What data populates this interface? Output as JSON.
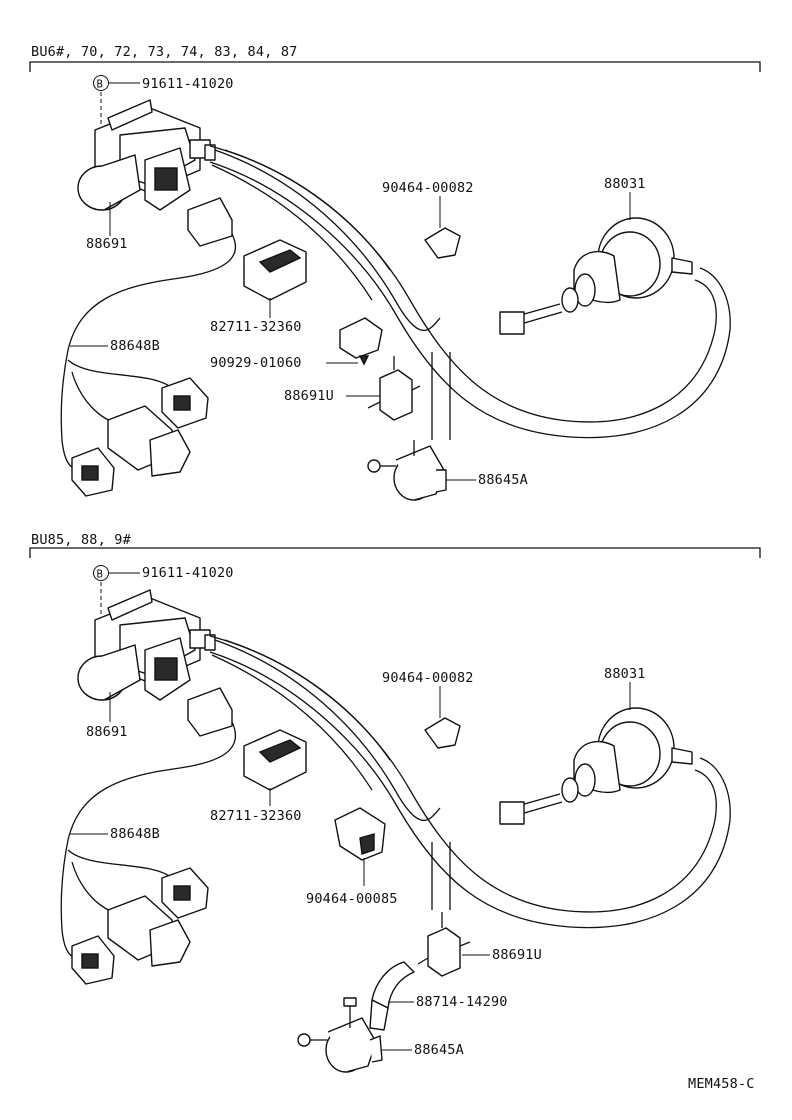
{
  "sections": [
    {
      "header": "BU6#, 70, 72, 73, 74, 83, 84, 87",
      "callouts": {
        "bolt_badge": "B",
        "bolt": "91611-41020",
        "vsv": "88691",
        "clamp": "90464-00082",
        "actuator": "88031",
        "relay": "82711-32360",
        "harness": "88648B",
        "bracket_clip": "90929-01060",
        "vsv_small": "88691U",
        "bracket": "88645A"
      }
    },
    {
      "header": "BU85, 88, 9#",
      "callouts": {
        "bolt_badge": "B",
        "bolt": "91611-41020",
        "vsv": "88691",
        "clamp": "90464-00082",
        "actuator": "88031",
        "relay": "82711-32360",
        "harness": "88648B",
        "clip": "90464-00085",
        "vsv_small": "88691U",
        "hose": "88714-14290",
        "bracket": "88645A"
      }
    }
  ],
  "footer_code": "MEM458-C"
}
